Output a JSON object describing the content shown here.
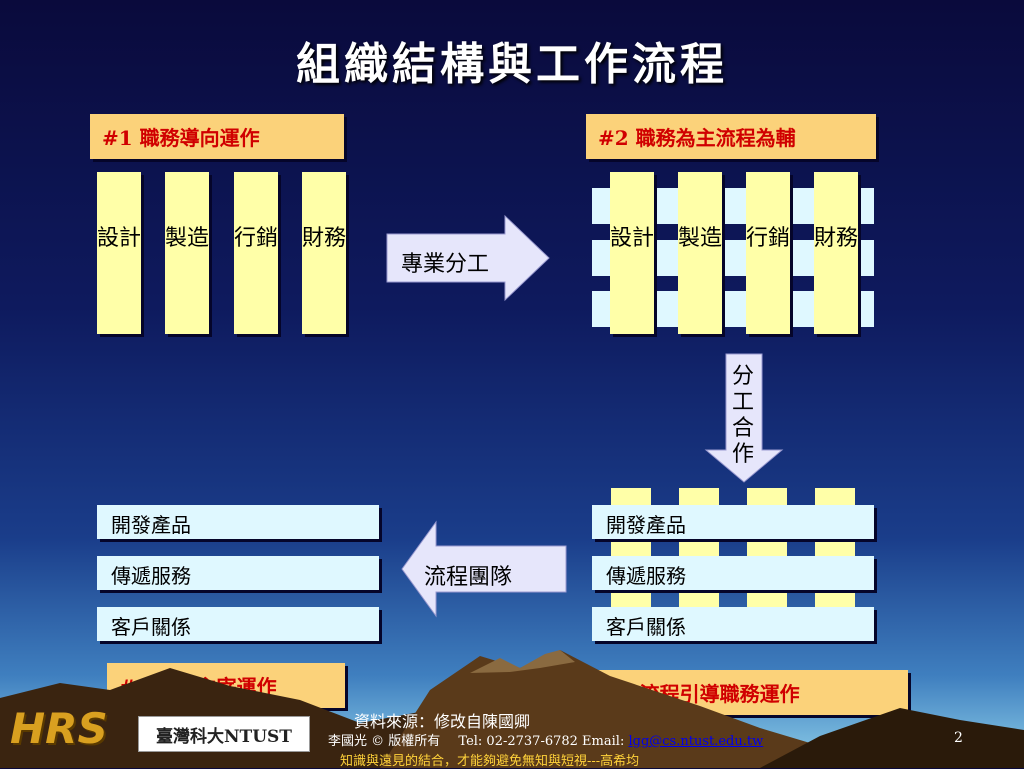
{
  "title": "組織結構與工作流程",
  "q1": {
    "header": "#1 職務導向運作",
    "columns": [
      "設計",
      "製造",
      "行銷",
      "財務"
    ]
  },
  "q2": {
    "header": "#2 職務為主流程為輔",
    "columns": [
      "設計",
      "製造",
      "行銷",
      "財務"
    ]
  },
  "q3": {
    "header": "#3 流程引導職務運作",
    "rows": [
      "開發產品",
      "傳遞服務",
      "客戶關係"
    ]
  },
  "q4": {
    "header": "#4 流程主宰運作",
    "rows": [
      "開發產品",
      "傳遞服務",
      "客戶關係"
    ]
  },
  "arrows": {
    "right": "專業分工",
    "down": "分工合作",
    "left": "流程團隊"
  },
  "footer": {
    "source": "資料來源：修改自陳國卿",
    "author": "李國光 © 版權所有",
    "tel": "Tel: 02-2737-6782 Email:",
    "email": "lgg@cs.ntust.edu.tw",
    "quote": "知識與遠見的結合，才能夠避免無知與短視---高希均",
    "page": "2",
    "logo_left": "HRS",
    "logo_mid": "臺灣科大NTUST"
  },
  "colors": {
    "header_bg": "#fbd27a",
    "header_text": "#d00000",
    "column": "#ffffa8",
    "band": "#dff8ff",
    "arrow": "#e6e6fb"
  }
}
